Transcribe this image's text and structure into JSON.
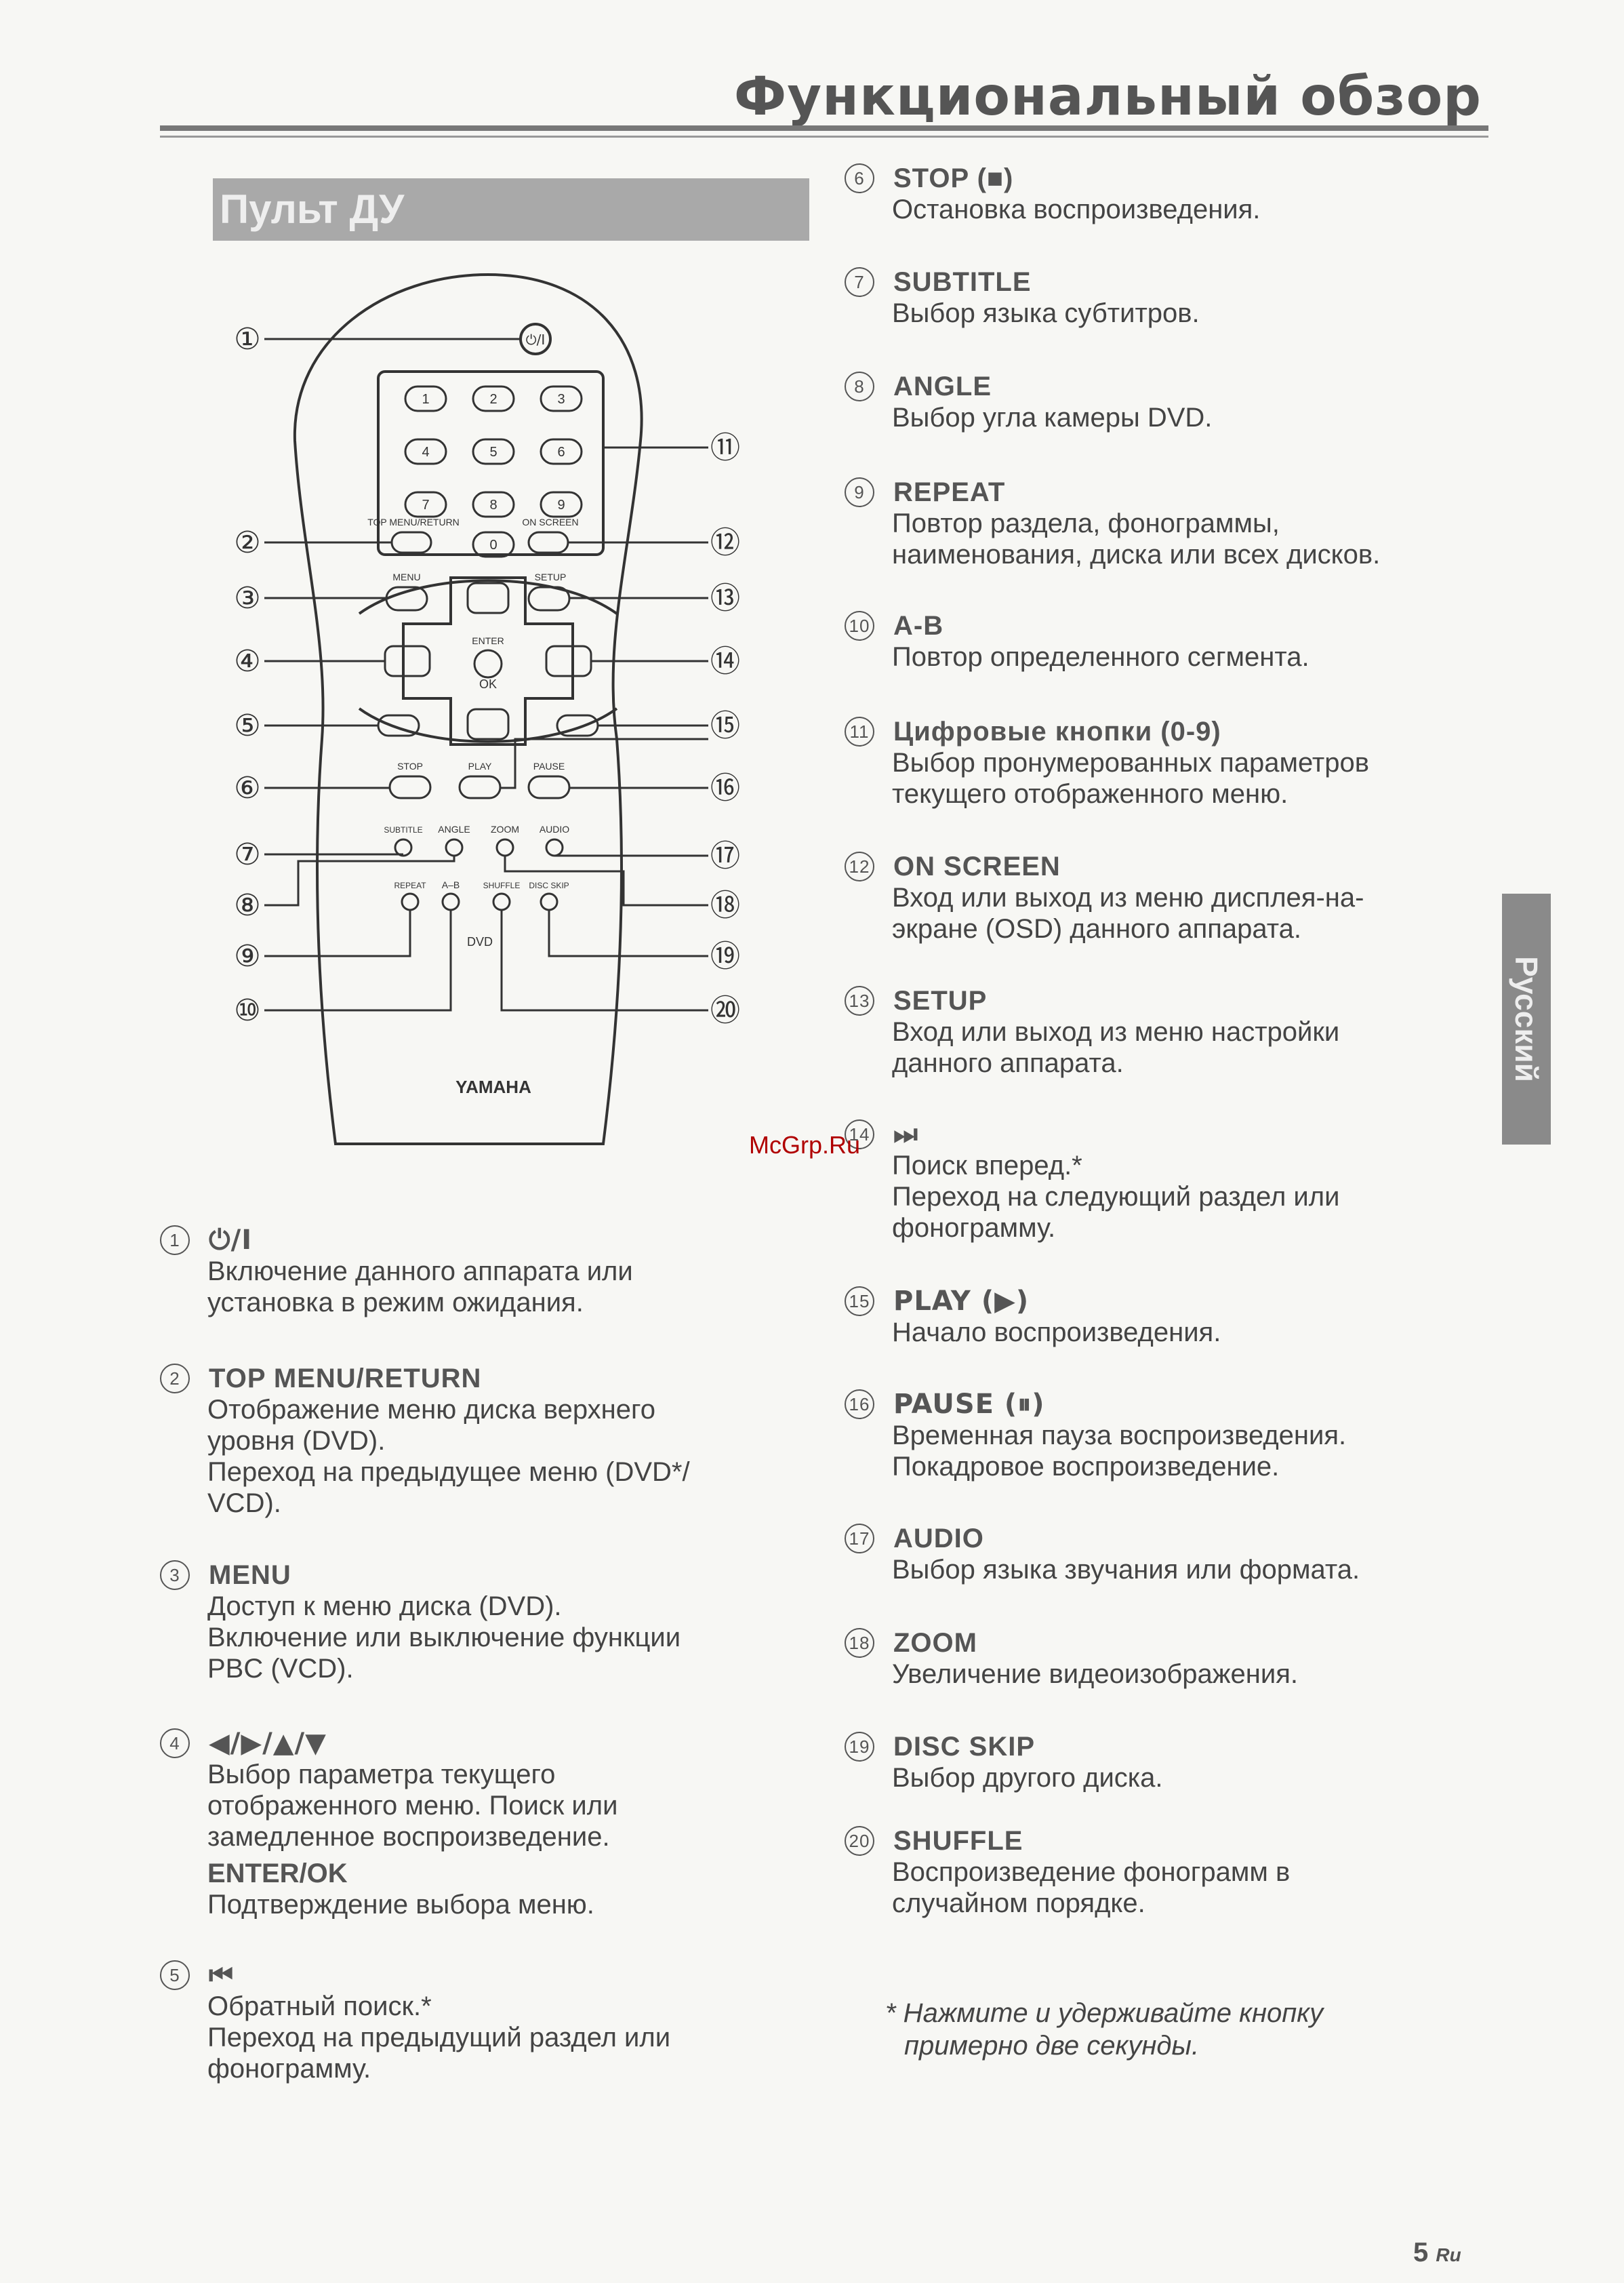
{
  "page": {
    "title": "Функциональный обзор",
    "section_title": "Пульт ДУ",
    "side_tab": "Русский",
    "watermark": "McGrp.Ru",
    "footnote": [
      "* Нажмите и удерживайте кнопку",
      "примерно две секунды."
    ],
    "page_number": "5",
    "page_lang": "Ru"
  },
  "remote": {
    "power": "⏻/I",
    "digits": [
      "1",
      "2",
      "3",
      "4",
      "5",
      "6",
      "7",
      "8",
      "9",
      "0"
    ],
    "top_menu": "TOP MENU/RETURN",
    "on_screen": "ON SCREEN",
    "menu": "MENU",
    "setup": "SETUP",
    "enter": "ENTER",
    "ok": "OK",
    "stop": "STOP",
    "play": "PLAY",
    "pause": "PAUSE",
    "subtitle": "SUBTITLE",
    "angle": "ANGLE",
    "zoom": "ZOOM",
    "audio": "AUDIO",
    "repeat": "REPEAT",
    "ab": "A–B",
    "shuffle": "SHUFFLE",
    "disc_skip": "DISC SKIP",
    "dvd": "DVD",
    "brand": "YAMAHA",
    "callouts": [
      "①",
      "②",
      "③",
      "④",
      "⑤",
      "⑥",
      "⑦",
      "⑧",
      "⑨",
      "⑩",
      "⑪",
      "⑫",
      "⑬",
      "⑭",
      "⑮",
      "⑯",
      "⑰",
      "⑱",
      "⑲",
      "⑳"
    ]
  },
  "left_items": [
    {
      "num": "1",
      "head": "⏻/I",
      "lines": [
        "Включение данного аппарата или",
        "установка в режим ожидания."
      ]
    },
    {
      "num": "2",
      "head": "TOP MENU/RETURN",
      "lines": [
        "Отображение меню диска верхнего",
        "уровня (DVD).",
        "Переход на предыдущее меню (DVD*/",
        "VCD)."
      ]
    },
    {
      "num": "3",
      "head": "MENU",
      "lines": [
        "Доступ к меню диска (DVD).",
        "Включение или выключение функции",
        "PBC (VCD)."
      ]
    },
    {
      "num": "4",
      "head": "◀/▶/▲/▼",
      "lines": [
        "Выбор параметра текущего",
        "отображенного меню. Поиск или",
        "замедленное воспроизведение."
      ],
      "sub_head": "ENTER/OK",
      "sub_lines": [
        "Подтверждение выбора меню."
      ]
    },
    {
      "num": "5",
      "head": "⏮",
      "lines": [
        "Обратный поиск.*",
        "Переход на предыдущий раздел или",
        "фонограмму."
      ]
    }
  ],
  "right_items": [
    {
      "num": "6",
      "head": "STOP (■)",
      "lines": [
        "Остановка воспроизведения."
      ]
    },
    {
      "num": "7",
      "head": "SUBTITLE",
      "lines": [
        "Выбор языка субтитров."
      ]
    },
    {
      "num": "8",
      "head": "ANGLE",
      "lines": [
        "Выбор угла камеры DVD."
      ]
    },
    {
      "num": "9",
      "head": "REPEAT",
      "lines": [
        "Повтор раздела, фонограммы,",
        "наименования, диска или всех дисков."
      ]
    },
    {
      "num": "10",
      "head": "A-B",
      "lines": [
        "Повтор определенного сегмента."
      ]
    },
    {
      "num": "11",
      "head": "Цифровые кнопки (0-9)",
      "lines": [
        "Выбор пронумерованных параметров",
        "текущего отображенного меню."
      ]
    },
    {
      "num": "12",
      "head": "ON SCREEN",
      "lines": [
        "Вход или выход из меню дисплея-на-",
        "экране (OSD) данного аппарата."
      ]
    },
    {
      "num": "13",
      "head": "SETUP",
      "lines": [
        "Вход или выход из меню настройки",
        "данного аппарата."
      ]
    },
    {
      "num": "14",
      "head": "⏭",
      "lines": [
        "Поиск вперед.*",
        "Переход на следующий раздел или",
        "фонограмму."
      ]
    },
    {
      "num": "15",
      "head": "PLAY (▶)",
      "lines": [
        "Начало воспроизведения."
      ]
    },
    {
      "num": "16",
      "head": "PAUSE (⏸)",
      "lines": [
        "Временная пауза воспроизведения.",
        "Покадровое воспроизведение."
      ]
    },
    {
      "num": "17",
      "head": "AUDIO",
      "lines": [
        "Выбор языка звучания или формата."
      ]
    },
    {
      "num": "18",
      "head": "ZOOM",
      "lines": [
        "Увеличение видеоизображения."
      ]
    },
    {
      "num": "19",
      "head": "DISC SKIP",
      "lines": [
        "Выбор другого диска."
      ]
    },
    {
      "num": "20",
      "head": "SHUFFLE",
      "lines": [
        "Воспроизведение фонограмм в",
        "случайном порядке."
      ]
    }
  ]
}
